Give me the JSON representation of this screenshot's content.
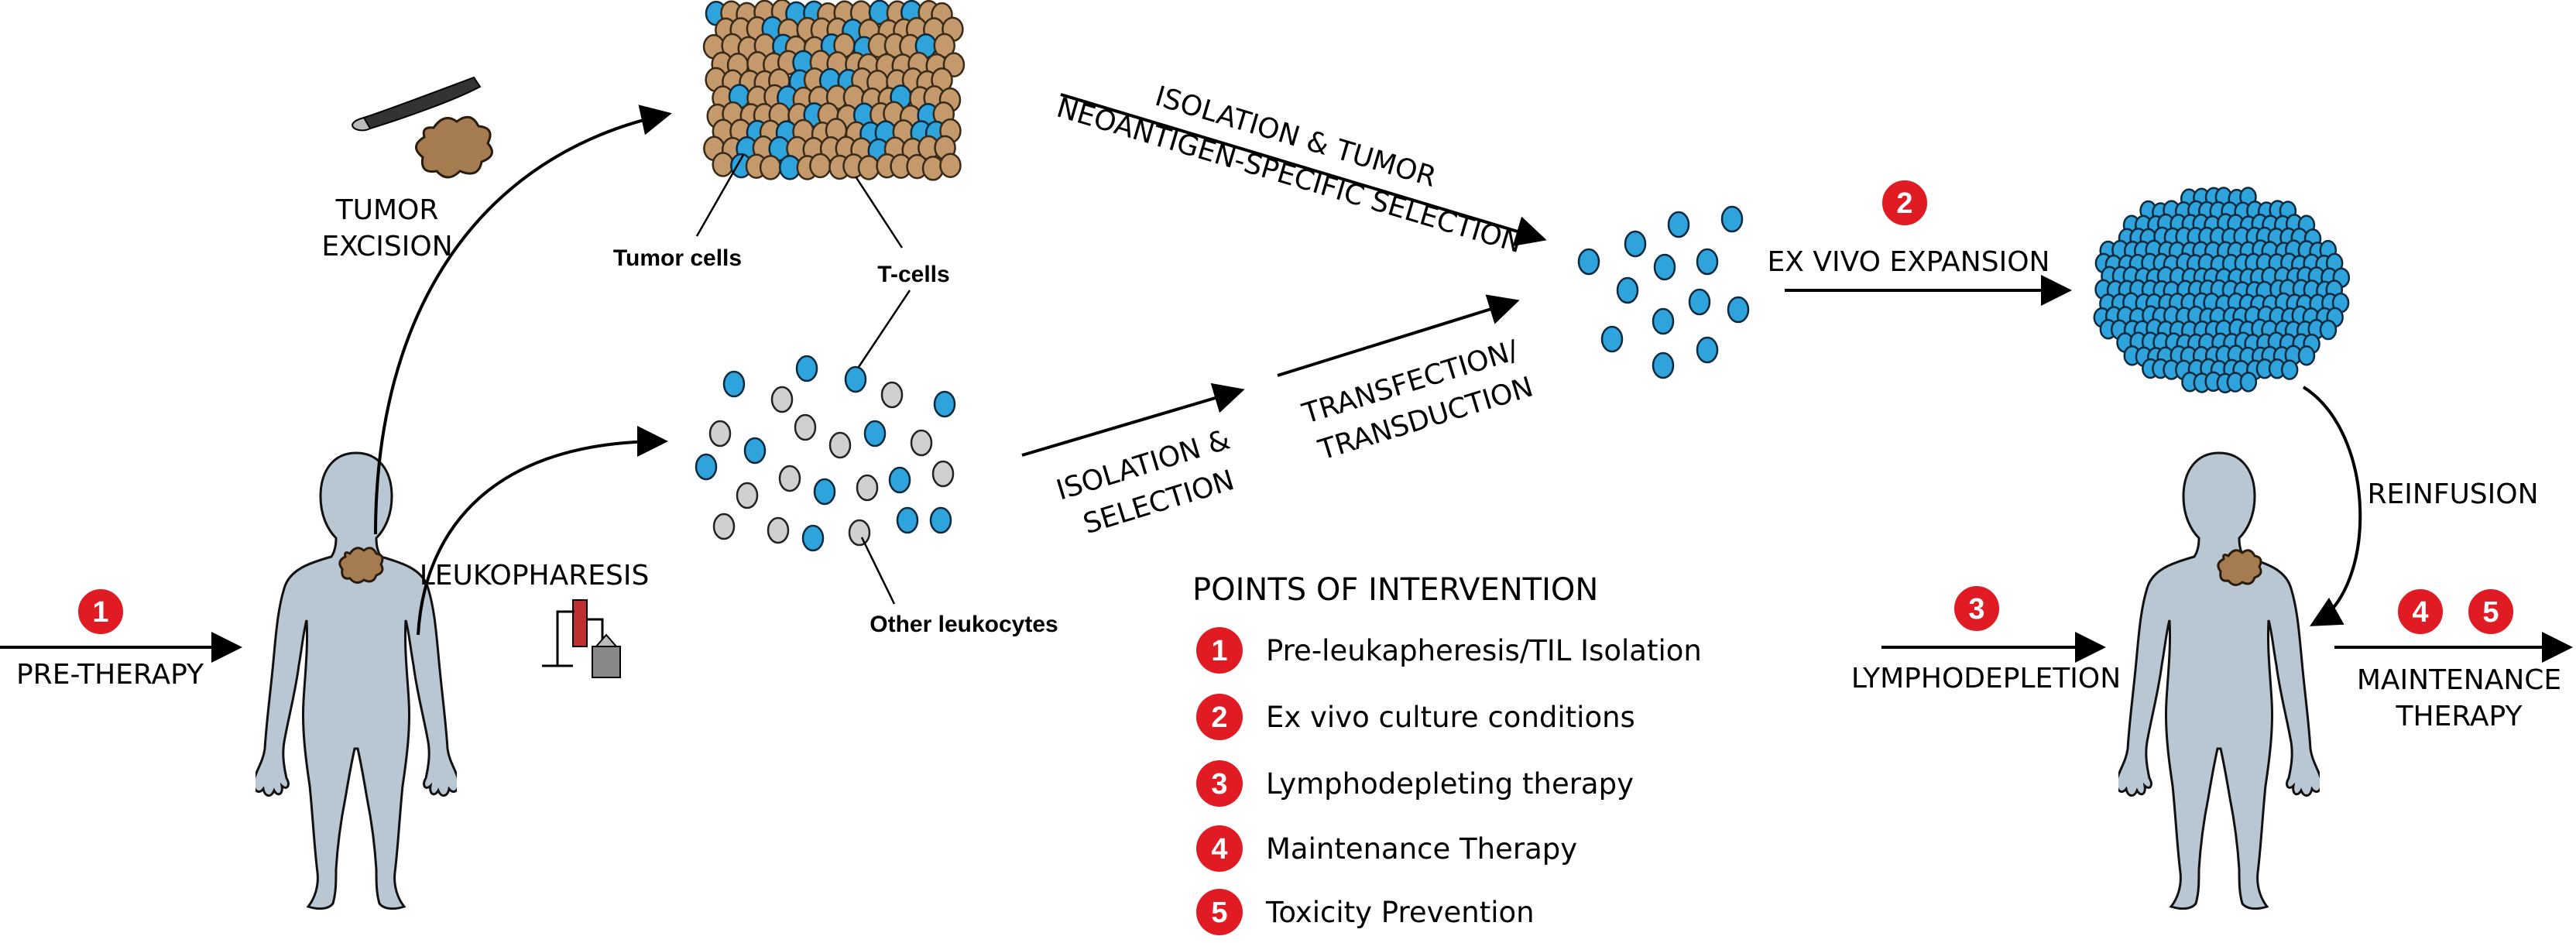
{
  "labels": {
    "tumor_excision_1": "TUMOR",
    "tumor_excision_2": "EXCISION",
    "tumor_cells": "Tumor cells",
    "t_cells": "T-cells",
    "other_leukocytes": "Other leukocytes",
    "leukopharesis": "LEUKOPHARESIS",
    "pre_therapy": "PRE-THERAPY",
    "isolation_tumor_1": "ISOLATION & TUMOR",
    "isolation_tumor_2": "NEOANTIGEN-SPECIFIC SELECTION",
    "isolation_selection_1": "ISOLATION &",
    "isolation_selection_2": "SELECTION",
    "transfection_1": "TRANSFECTION/",
    "transfection_2": "TRANSDUCTION",
    "ex_vivo_expansion": "EX VIVO EXPANSION",
    "reinfusion": "REINFUSION",
    "lymphodepletion": "LYMPHODEPLETION",
    "maintenance_1": "MAINTENANCE",
    "maintenance_2": "THERAPY"
  },
  "badges": {
    "pre_therapy": "1",
    "ex_vivo": "2",
    "lymphodepletion": "3",
    "maintenance_a": "4",
    "maintenance_b": "5"
  },
  "legend": {
    "title": "POINTS OF INTERVENTION",
    "items": [
      {
        "num": "1",
        "text": "Pre-leukapheresis/TIL Isolation"
      },
      {
        "num": "2",
        "text": "Ex vivo culture conditions"
      },
      {
        "num": "3",
        "text": "Lymphodepleting therapy"
      },
      {
        "num": "4",
        "text": "Maintenance Therapy"
      },
      {
        "num": "5",
        "text": "Toxicity Prevention"
      }
    ]
  },
  "colors": {
    "badge": "#e01b24",
    "t_cell": "#2ea3dc",
    "tumor_cell": "#c49a6c",
    "leukocyte": "#d0d0d0",
    "body": "#b9c7d3"
  },
  "icons": {
    "scalpel": "scalpel-icon",
    "apheresis": "apheresis-machine-icon"
  }
}
